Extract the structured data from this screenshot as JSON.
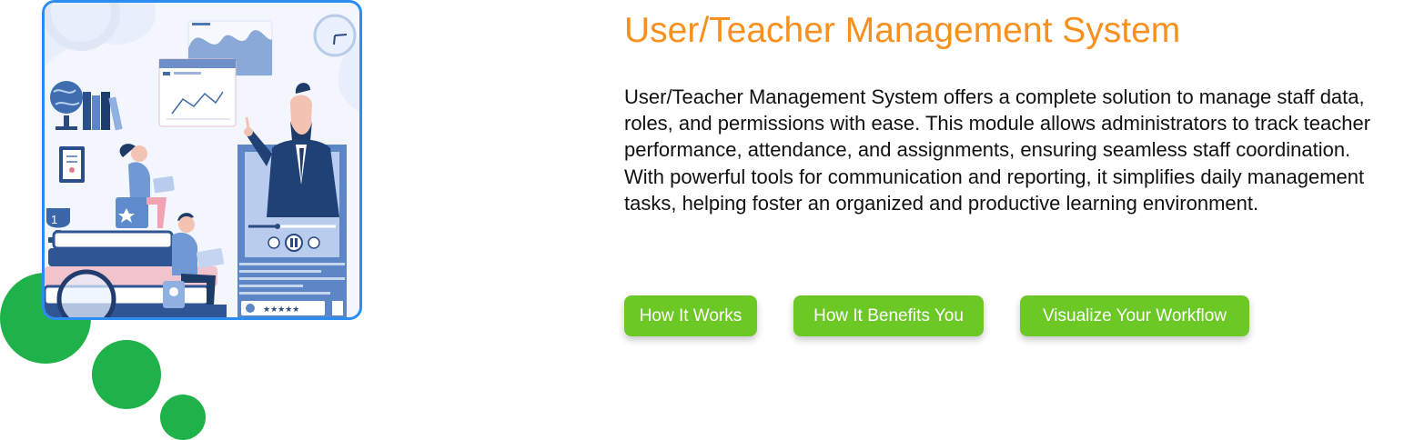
{
  "section": {
    "title": "User/Teacher Management System",
    "description": "User/Teacher Management System offers a complete solution to manage staff data, roles, and permissions with ease. This module allows administrators to track teacher performance, attendance, and assignments, ensuring seamless staff coordination. With powerful tools for communication and reporting, it simplifies daily management tasks, helping foster an organized and productive learning environment."
  },
  "buttons": [
    {
      "label": "How It Works"
    },
    {
      "label": "How It Benefits You"
    },
    {
      "label": "Visualize Your Workflow"
    }
  ],
  "illustration": {
    "badge_number": "1",
    "rating_stars": "★★★★★"
  },
  "colors": {
    "title": "#f7901e",
    "button": "#6cc825",
    "decor_dots": "#1fb24a",
    "frame_border": "#2d8cf0"
  }
}
